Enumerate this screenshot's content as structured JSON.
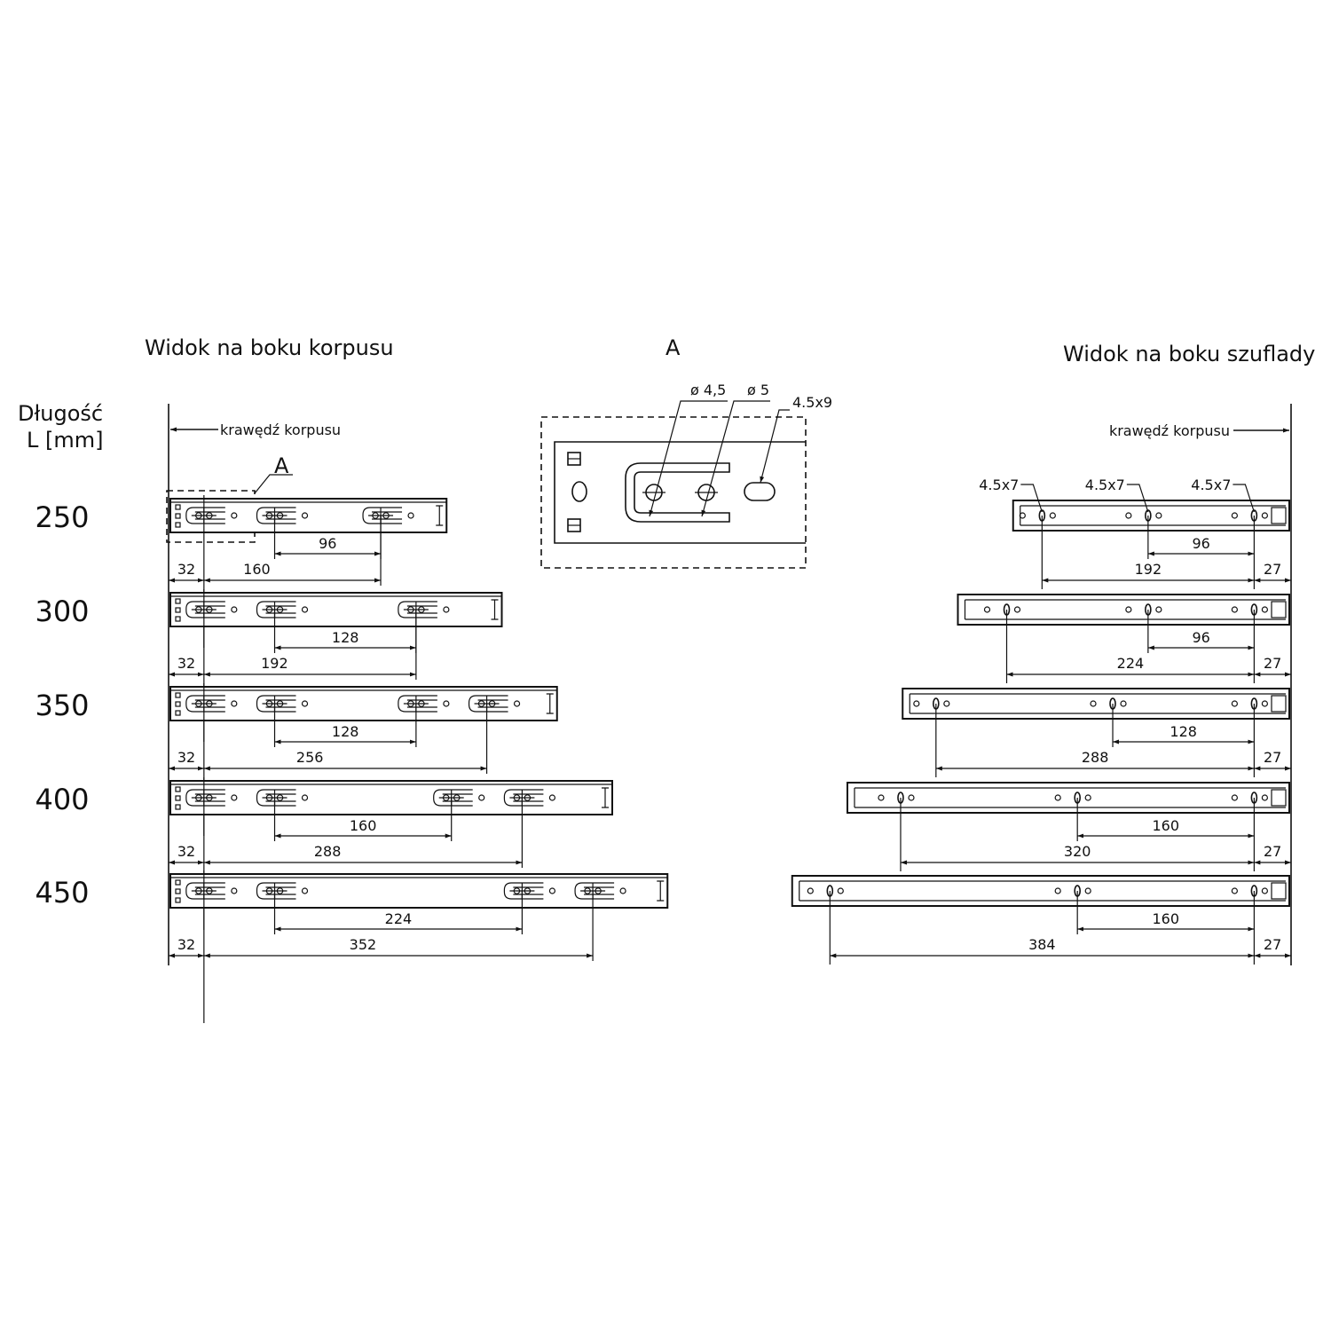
{
  "headings": {
    "left": "Widok na boku korpusu",
    "detail": "A",
    "right": "Widok na boku szuflady"
  },
  "length_header": {
    "line1": "Długość",
    "line2": "L [mm]"
  },
  "edge_label": "krawędź korpusu",
  "detail_marker": "A",
  "detail": {
    "hole_d45": "ø 4,5",
    "hole_d5": "ø 5",
    "slot": "4.5x9"
  },
  "drawer_hole_label": "4.5x7",
  "rows": [
    {
      "length": "250",
      "cabinet": {
        "offset": "32",
        "spacing_small": "96",
        "spacing_large": "160"
      },
      "drawer": {
        "spacing_small": "96",
        "spacing_large": "192",
        "edge": "27"
      }
    },
    {
      "length": "300",
      "cabinet": {
        "offset": "32",
        "spacing_small": "128",
        "spacing_large": "192"
      },
      "drawer": {
        "spacing_small": "96",
        "spacing_large": "224",
        "edge": "27"
      }
    },
    {
      "length": "350",
      "cabinet": {
        "offset": "32",
        "spacing_small": "128",
        "spacing_large": "256"
      },
      "drawer": {
        "spacing_small": "128",
        "spacing_large": "288",
        "edge": "27"
      }
    },
    {
      "length": "400",
      "cabinet": {
        "offset": "32",
        "spacing_small": "160",
        "spacing_large": "288"
      },
      "drawer": {
        "spacing_small": "160",
        "spacing_large": "320",
        "edge": "27"
      }
    },
    {
      "length": "450",
      "cabinet": {
        "offset": "32",
        "spacing_small": "224",
        "spacing_large": "352"
      },
      "drawer": {
        "spacing_small": "160",
        "spacing_large": "384",
        "edge": "27"
      }
    }
  ]
}
